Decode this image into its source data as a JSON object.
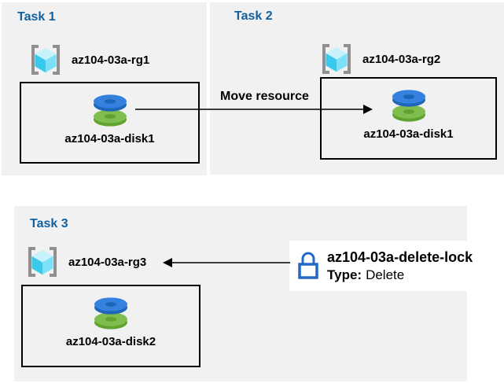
{
  "colors": {
    "panel_bg": "#f1f1f1",
    "title_blue": "#11609f",
    "text_black": "#000000",
    "box_border": "#000000",
    "arrow_black": "#000000",
    "lock_blue": "#2368c4",
    "rg_bracket_gray": "#909090",
    "rg_cube_top": "#c7f1fb",
    "rg_cube_left": "#38c9ec",
    "rg_cube_right": "#7ce0f7",
    "disk_blue": "#3482dd",
    "disk_blue_dark": "#1f66b8",
    "disk_green": "#7fbd4e",
    "disk_green_dark": "#61a32f"
  },
  "tasks": [
    {
      "title": "Task 1",
      "resource_group": "az104-03a-rg1",
      "disk": "az104-03a-disk1"
    },
    {
      "title": "Task 2",
      "resource_group": "az104-03a-rg2",
      "disk": "az104-03a-disk1"
    },
    {
      "title": "Task 3",
      "resource_group": "az104-03a-rg3",
      "disk": "az104-03a-disk2"
    }
  ],
  "move_label": "Move resource",
  "lock": {
    "name": "az104-03a-delete-lock",
    "type_label": "Type:",
    "type_value": "Delete"
  },
  "icons": {
    "resource_group": "resource-group-icon",
    "disk": "disk-icon",
    "lock": "lock-icon",
    "move_arrow": "move-resource-arrow",
    "lock_arrow": "lock-to-rg-arrow"
  }
}
